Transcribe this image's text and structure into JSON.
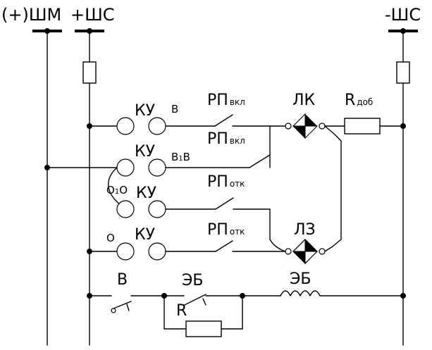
{
  "buses": {
    "sm": "(+)ШМ",
    "plus_sc": "+ШС",
    "minus_sc": "-ШС"
  },
  "control_keys": {
    "ku1": "КУ",
    "ku2": "КУ",
    "ku3": "КУ",
    "ku4": "КУ",
    "pos_b": "В",
    "pos_b1b_pre": "В",
    "pos_b1b_sub": "1",
    "pos_b1b_post": "В",
    "pos_o1o_pre": "О",
    "pos_o1o_sub": "1",
    "pos_o1o_post": "О",
    "pos_o": "О"
  },
  "relay_contacts": {
    "rp1_main": "РП",
    "rp1_sub": "вкл",
    "rp2_main": "РП",
    "rp2_sub": "вкл",
    "rp3_main": "РП",
    "rp3_sub": "отк",
    "rp4_main": "РП",
    "rp4_sub": "отк"
  },
  "lamps": {
    "red": "ЛК",
    "green": "ЛЗ"
  },
  "resistors": {
    "add_main": "R",
    "add_sub": "доб",
    "r": "R"
  },
  "bottom_circuit": {
    "switch_b": "В",
    "eb_contact": "ЭБ",
    "eb_coil": "ЭБ"
  }
}
